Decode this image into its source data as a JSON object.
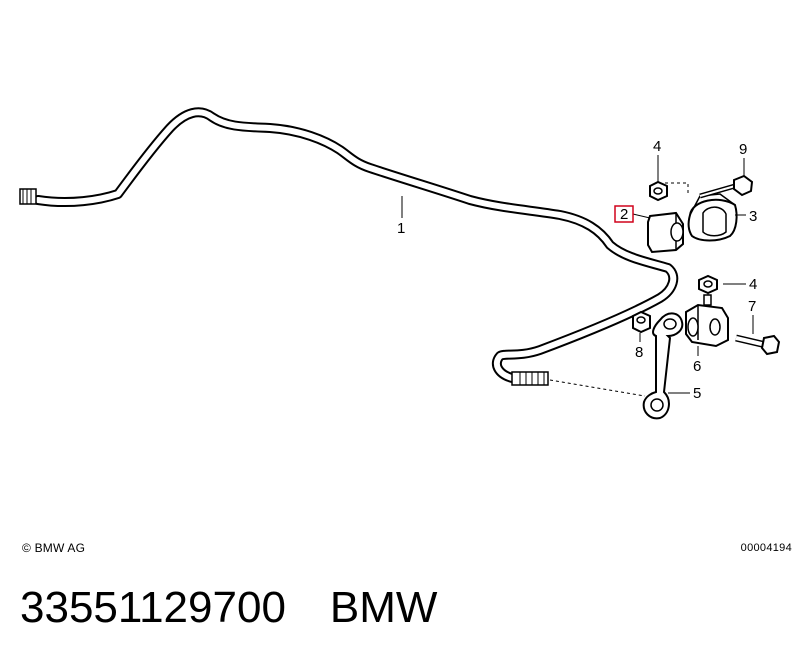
{
  "callouts": {
    "c1": "1",
    "c2": "2",
    "c3": "3",
    "c4a": "4",
    "c4b": "4",
    "c5": "5",
    "c6": "6",
    "c7": "7",
    "c8": "8",
    "c9": "9"
  },
  "highlight_color": "#d0021b",
  "copyright": "© BMW AG",
  "diagram_id": "00004194",
  "footer": {
    "part_number": "33551129700",
    "brand": "BMW"
  }
}
